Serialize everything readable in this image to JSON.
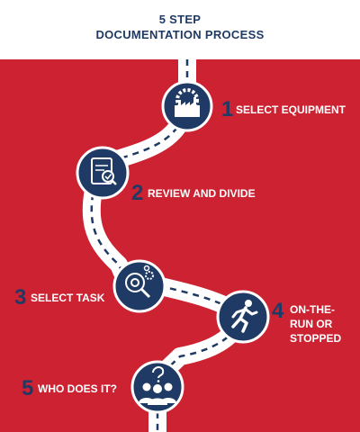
{
  "title_line1": "5 STEP",
  "title_line2": "DOCUMENTATION PROCESS",
  "colors": {
    "background": "#cc2232",
    "navy": "#1f3a64",
    "road": "#ffffff",
    "title": "#1f3a64"
  },
  "steps": [
    {
      "number": "1",
      "label": "SELECT EQUIPMENT",
      "icon": "factory-gear-icon"
    },
    {
      "number": "2",
      "label": "REVIEW AND DIVIDE",
      "icon": "document-magnifier-icon"
    },
    {
      "number": "3",
      "label": "SELECT TASK",
      "icon": "gear-magnifier-icon"
    },
    {
      "number": "4",
      "label_lines": [
        "ON-THE-",
        "RUN OR",
        "STOPPED"
      ],
      "icon": "running-person-icon"
    },
    {
      "number": "5",
      "label": "WHO DOES IT?",
      "icon": "people-question-icon"
    }
  ]
}
